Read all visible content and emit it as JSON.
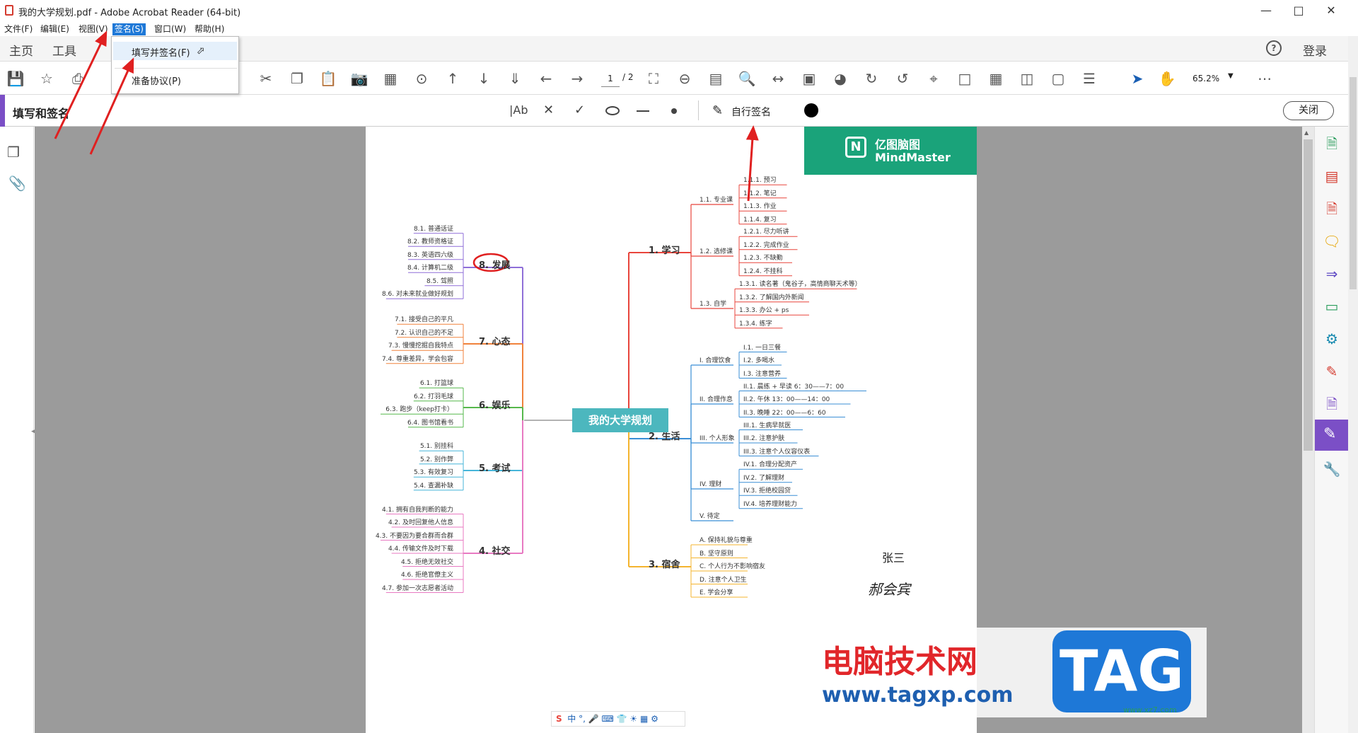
{
  "window": {
    "title": "我的大学规划.pdf - Adobe Acrobat Reader (64-bit)",
    "min_icon": "minimize-icon",
    "max_icon": "maximize-icon",
    "close_icon": "close-icon"
  },
  "menubar": [
    "文件(F)",
    "编辑(E)",
    "视图(V)",
    "签名(S)",
    "窗口(W)",
    "帮助(H)"
  ],
  "signature_menu": {
    "items": [
      "填写并签名(F)",
      "准备协议(P)"
    ]
  },
  "tabs": {
    "home": "主页",
    "tools": "工具",
    "login": "登录",
    "help_icon": "help-icon"
  },
  "toolbar": {
    "page_current": "1",
    "page_total": "/ 2",
    "zoom": "65.2%"
  },
  "fill_sign": {
    "title": "填写和签名",
    "text_tool": "|Ab",
    "sign_self": "自行签名",
    "close": "关闭"
  },
  "mindmap": {
    "brand": {
      "cn": "亿图脑图",
      "en": "MindMaster",
      "color": "#1aa37a"
    },
    "center": "我的大学规划",
    "branches": [
      {
        "label": "1. 学习",
        "color": "#e8453c",
        "subs": [
          {
            "label": "1.1. 专业课",
            "leaves": [
              "1.1.1. 预习",
              "1.1.2. 笔记",
              "1.1.3. 作业",
              "1.1.4. 复习"
            ]
          },
          {
            "label": "1.2. 选修课",
            "leaves": [
              "1.2.1. 尽力听讲",
              "1.2.2. 完成作业",
              "1.2.3. 不缺勤",
              "1.2.4. 不挂科"
            ]
          },
          {
            "label": "1.3. 自学",
            "leaves": [
              "1.3.1. 读名著（鬼谷子，高情商聊天术等）",
              "1.3.2. 了解国内外新闻",
              "1.3.3. 办公 + ps",
              "1.3.4. 练字"
            ]
          }
        ]
      },
      {
        "label": "2. 生活",
        "color": "#3b8fd6",
        "subs": [
          {
            "label": "I. 合理饮食",
            "leaves": [
              "I.1. 一日三餐",
              "I.2. 多喝水",
              "I.3. 注意营养"
            ]
          },
          {
            "label": "II. 合理作息",
            "leaves": [
              "II.1. 晨练 + 早读 6：30——7：00",
              "II.2. 午休 13：00——14：00",
              "II.3. 晚睡 22：00——6：60"
            ]
          },
          {
            "label": "III. 个人形象",
            "leaves": [
              "III.1. 生病早就医",
              "III.2. 注意护肤",
              "III.3. 注意个人仪容仪表"
            ]
          },
          {
            "label": "IV. 理财",
            "leaves": [
              "IV.1. 合理分配资产",
              "IV.2. 了解理财",
              "IV.3. 拒绝校园贷",
              "IV.4. 培养理财能力"
            ]
          },
          {
            "label": "V. 待定",
            "leaves": []
          }
        ]
      },
      {
        "label": "3. 宿舍",
        "color": "#f4b42f",
        "leaves": [
          "A. 保持礼貌与尊重",
          "B. 坚守原则",
          "C. 个人行为不影响宿友",
          "D. 注意个人卫生",
          "E. 学会分享"
        ]
      },
      {
        "label": "4. 社交",
        "color": "#e87ac2",
        "leaves": [
          "4.1. 拥有自我判断的能力",
          "4.2. 及时回复他人信息",
          "4.3. 不要因为要合群而合群",
          "4.4. 传输文件及时下载",
          "4.5. 拒绝无效社交",
          "4.6. 拒绝官僚主义",
          "4.7. 参加一次志愿者活动"
        ]
      },
      {
        "label": "5. 考试",
        "color": "#47b6d9",
        "leaves": [
          "5.1. 别挂科",
          "5.2. 别作弊",
          "5.3. 有效复习",
          "5.4. 查漏补缺"
        ]
      },
      {
        "label": "6. 娱乐",
        "color": "#56b84c",
        "leaves": [
          "6.1. 打篮球",
          "6.2. 打羽毛球",
          "6.3. 跑步（keep打卡）",
          "6.4. 图书馆看书"
        ]
      },
      {
        "label": "7. 心态",
        "color": "#f0823c",
        "leaves": [
          "7.1. 接受自己的平凡",
          "7.2. 认识自己的不足",
          "7.3. 慢慢挖掘自我特点",
          "7.4. 尊重差异，学会包容"
        ]
      },
      {
        "label": "8. 发展",
        "color": "#8f6fd8",
        "leaves": [
          "8.1. 普通话证",
          "8.2. 教师资格证",
          "8.3. 英语四六级",
          "8.4. 计算机二级",
          "8.5. 驾照",
          "8.6. 对未来就业做好规划"
        ]
      }
    ]
  },
  "signatures": [
    "张三",
    "郝会宾"
  ],
  "watermark": {
    "title": "电脑技术网",
    "url": "www.tagxp.com",
    "tag": "TAG",
    "site": "www.xz7.com"
  }
}
